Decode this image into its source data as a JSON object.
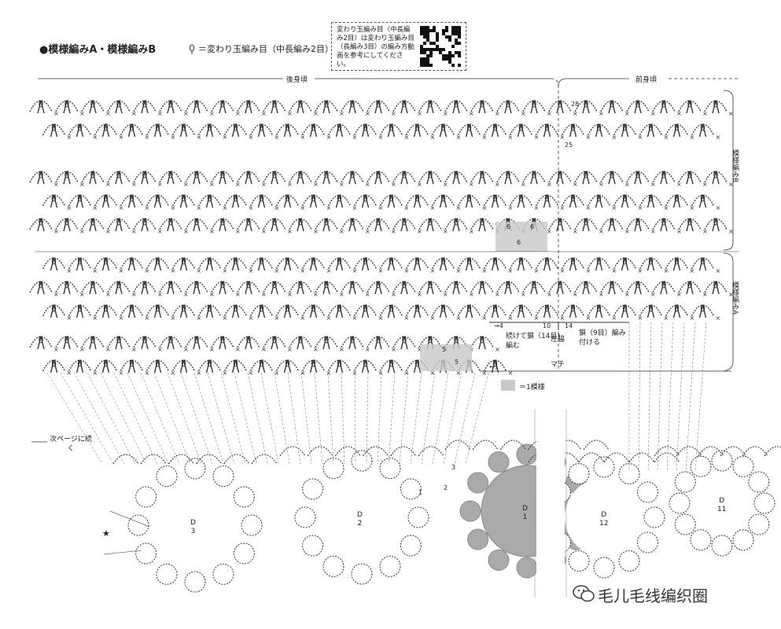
{
  "header": {
    "title": "●模様編みA・模様編みB",
    "legend_symbol_label": "＝変わり玉編み目（中長編み2目）"
  },
  "note": {
    "text": "変わり玉編み目（中長編み2目）は変わり玉編み目（長編み3目）の編み方動画を参考にしてください。"
  },
  "sections": {
    "back": "後身頃",
    "front": "前身頃",
    "pattern_b": "模様編みB",
    "pattern_a": "模様編みA"
  },
  "annotations": {
    "continue_next": "次ページに続く",
    "star": "★",
    "continue_chain": "続けて鎖（14目）編む",
    "side": "左脇",
    "attach_chain": "鎖（9目）編み付ける",
    "gusset": "マチ",
    "repeat_legend": "＝1模様",
    "row_28": "28",
    "row_25": "25",
    "row_10": "10",
    "row_14": "14",
    "arrow_4": "→4",
    "arrow_1": "←1",
    "mark_6a": "6",
    "mark_6b": "6",
    "mark_6c": "6",
    "mark_5a": "5",
    "mark_5b": "5",
    "num_1": "1",
    "num_2": "2",
    "num_3": "3"
  },
  "motifs": [
    {
      "label": "D",
      "num": "3"
    },
    {
      "label": "D",
      "num": "2"
    },
    {
      "label": "D",
      "num": "1"
    },
    {
      "label": "D",
      "num": "12"
    },
    {
      "label": "D",
      "num": "11"
    }
  ],
  "watermark": {
    "text": "毛儿毛线编织圈",
    "icon": "wechat-icon"
  },
  "colors": {
    "line": "#333333",
    "shade": "#c8c8c8",
    "motif_fill": "#aaaaaa"
  }
}
